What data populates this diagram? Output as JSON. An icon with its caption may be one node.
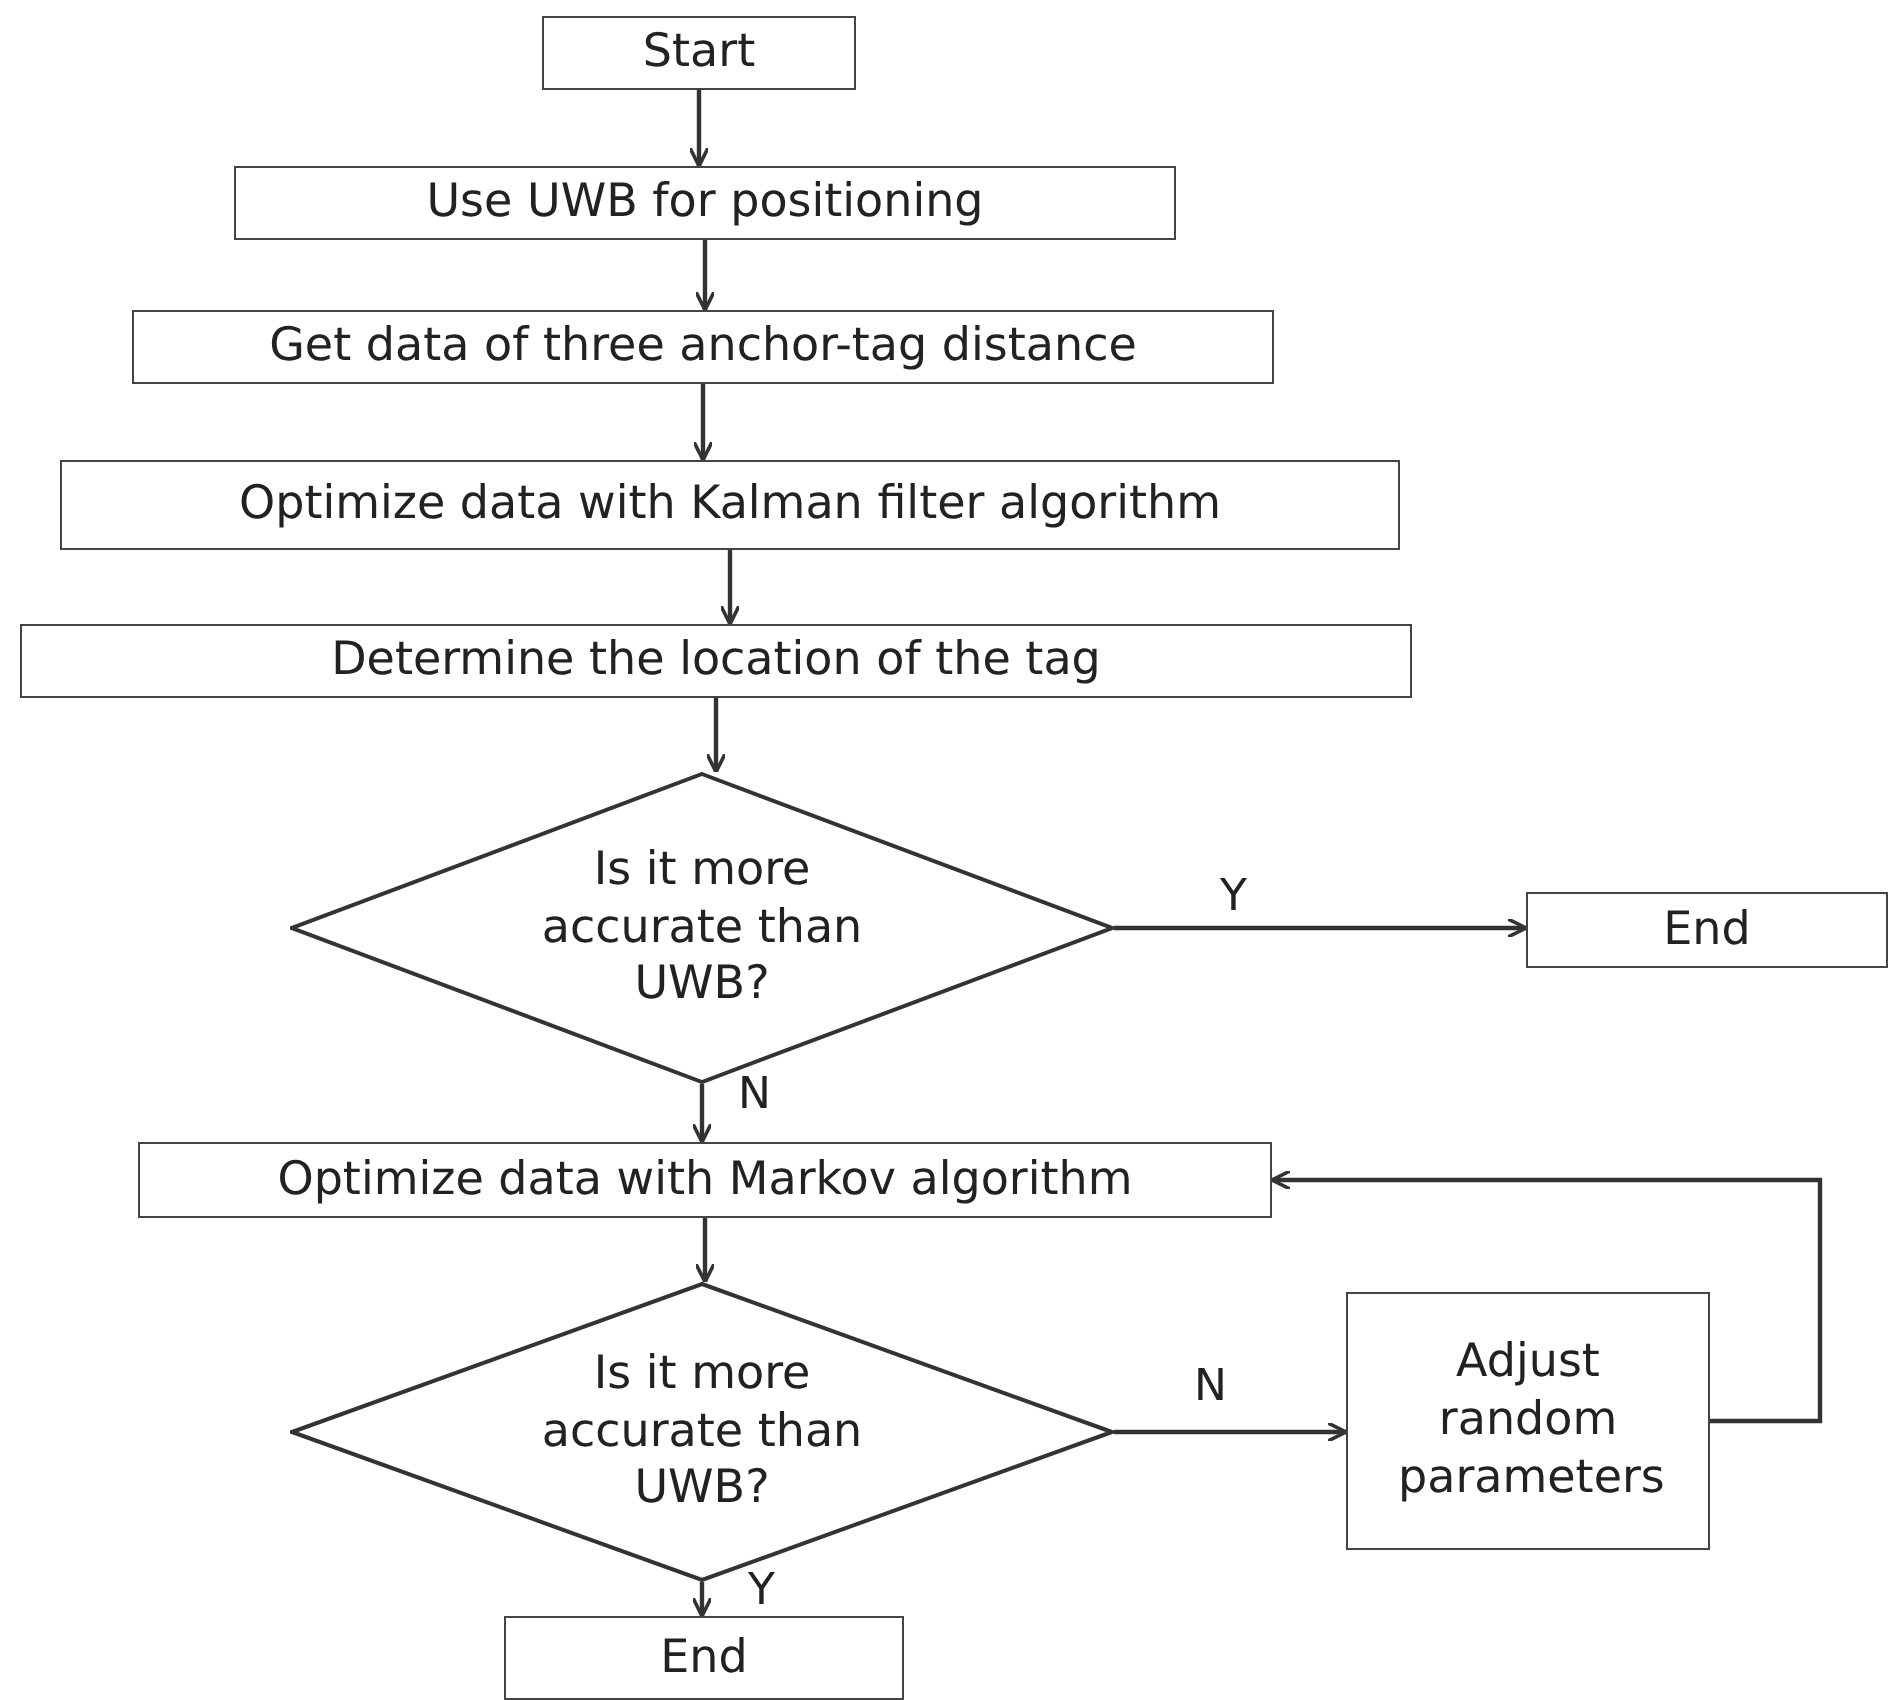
{
  "diagram": {
    "nodes": [
      {
        "text": [
          "Start"
        ]
      },
      {
        "text": [
          "Use UWB for positioning"
        ]
      },
      {
        "text": [
          "Get data of three anchor-tag distance"
        ]
      },
      {
        "text": [
          "Optimize data with Kalman filter algorithm"
        ]
      },
      {
        "text": [
          "Determine the location of the tag"
        ]
      },
      {
        "text": [
          "Is it more accurate than UWB?"
        ]
      },
      {
        "text": [
          "End"
        ]
      },
      {
        "text": [
          "Optimize data with Markov algorithm"
        ]
      },
      {
        "text": [
          "Is it more accurate than UWB?"
        ]
      },
      {
        "text": [
          "Adjust random parameters"
        ]
      },
      {
        "text": [
          "End"
        ]
      }
    ],
    "edges": [
      {
        "from": 0,
        "to": 1,
        "arrow": "to"
      },
      {
        "from": 1,
        "to": 2,
        "arrow": "to"
      },
      {
        "from": 2,
        "to": 3,
        "arrow": "to"
      },
      {
        "from": 3,
        "to": 4,
        "arrow": "to"
      },
      {
        "from": 4,
        "to": 5,
        "arrow": "to"
      },
      {
        "from": 5,
        "to": 6,
        "arrow": "to",
        "label": "Y"
      },
      {
        "from": 5,
        "to": 7,
        "arrow": "to",
        "label": "N"
      },
      {
        "from": 7,
        "to": 8,
        "arrow": "to"
      },
      {
        "from": 8,
        "to": 9,
        "arrow": "to",
        "label": "N"
      },
      {
        "from": 9,
        "to": 7,
        "arrow": "to"
      },
      {
        "from": 8,
        "to": 10,
        "arrow": "to",
        "label": "Y"
      }
    ]
  }
}
